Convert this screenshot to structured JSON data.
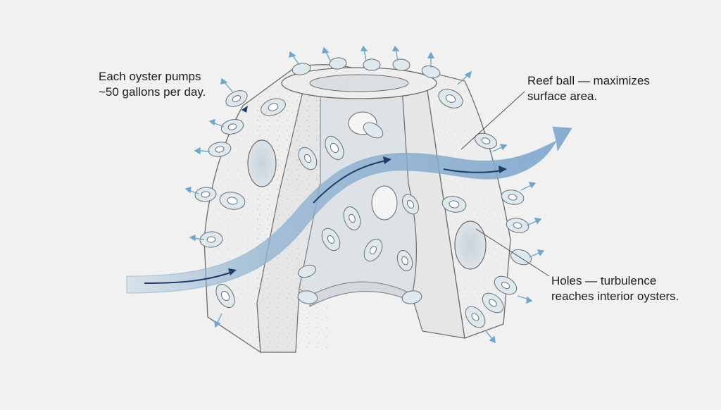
{
  "diagram": {
    "subject": "Oyster reef ball with water flow",
    "annotations": {
      "oyster_pump": {
        "line1": "Each oyster pumps",
        "line2": "~50 gallons per day."
      },
      "reef_ball": {
        "line1": "Reef ball — maximizes",
        "line2": "surface area."
      },
      "holes": {
        "line1": "Holes — turbulence",
        "line2": "reaches interior oysters."
      }
    },
    "colors": {
      "background": "#f1f1f1",
      "concrete": "#ececec",
      "concrete_shadow": "#d6dbe0",
      "outline": "#6b6b6b",
      "flow_band": "#8fb2d1",
      "flow_arrow_dark": "#1f3d68",
      "oyster_tint": "#9cc3d6",
      "small_arrows": "#6fa6cc"
    }
  }
}
